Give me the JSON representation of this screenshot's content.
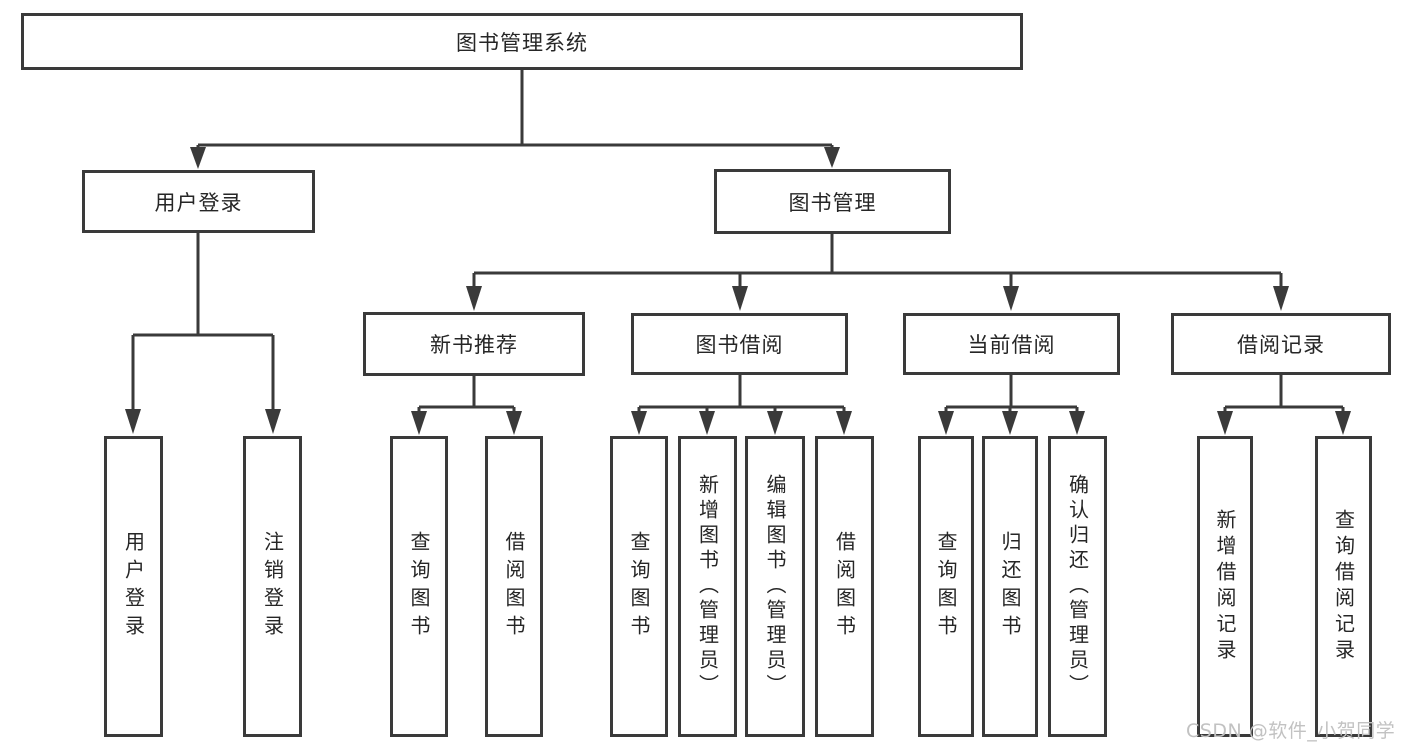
{
  "nodes": {
    "root": {
      "label": "图书管理系统"
    },
    "level2": [
      {
        "label": "用户登录"
      },
      {
        "label": "图书管理"
      }
    ],
    "level3": [
      {
        "label": "新书推荐",
        "parent": "图书管理"
      },
      {
        "label": "图书借阅",
        "parent": "图书管理"
      },
      {
        "label": "当前借阅",
        "parent": "图书管理"
      },
      {
        "label": "借阅记录",
        "parent": "图书管理"
      }
    ],
    "leaves": [
      {
        "label": "用户登录",
        "parent": "用户登录"
      },
      {
        "label": "注销登录",
        "parent": "用户登录"
      },
      {
        "label": "查询图书",
        "parent": "新书推荐"
      },
      {
        "label": "借阅图书",
        "parent": "新书推荐"
      },
      {
        "label": "查询图书",
        "parent": "图书借阅"
      },
      {
        "label": "新增图书（管理员）",
        "parent": "图书借阅"
      },
      {
        "label": "编辑图书（管理员）",
        "parent": "图书借阅"
      },
      {
        "label": "借阅图书",
        "parent": "图书借阅"
      },
      {
        "label": "查询图书",
        "parent": "当前借阅"
      },
      {
        "label": "归还图书",
        "parent": "当前借阅"
      },
      {
        "label": "确认归还（管理员）",
        "parent": "当前借阅"
      },
      {
        "label": "新增借阅记录",
        "parent": "借阅记录"
      },
      {
        "label": "查询借阅记录",
        "parent": "借阅记录"
      }
    ]
  },
  "watermark": {
    "text": "CSDN @软件_小贺同学"
  },
  "colors": {
    "line": "#3a3a3a",
    "text": "#262626",
    "box_background": "#ffffff",
    "page_background": "#ffffff",
    "watermark": "#c2c2c2"
  }
}
